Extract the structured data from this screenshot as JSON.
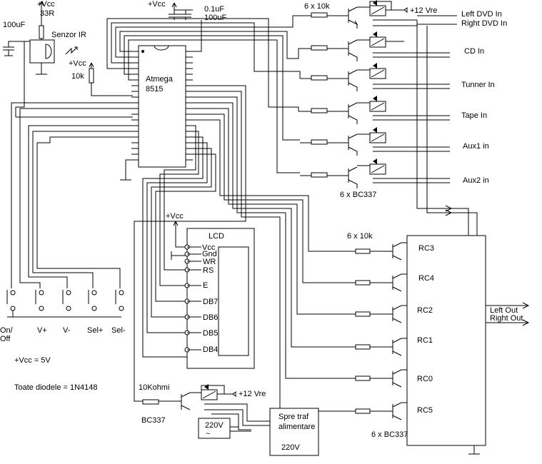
{
  "labels": {
    "vcc_top_left": "+Vcc",
    "r_33": "33R",
    "cap_100uf_left": "100uF",
    "ir_sensor": "Senzor IR",
    "vcc_mcu": "+Vcc",
    "vcc_caps": "+Vcc",
    "cap_01uf": "0.1uF",
    "cap_100uf_top": "100uF",
    "r_10k_pullup": "10k",
    "mcu_name_1": "Atmega",
    "mcu_name_2": "8515",
    "res_array_top": "6 x 10k",
    "relay_supply": "+12 Vre",
    "transistors_top": "6 x BC337",
    "res_array_mid": "6 x 10k",
    "transistors_bottom": "6 x BC337",
    "lcd_title": "LCD",
    "lcd_vcc": "+Vcc",
    "vcc_note": "+Vcc = 5V",
    "diode_note": "Toate diodele = 1N4148",
    "r_10kohm": "10Kohmi",
    "bc337_single": "BC337",
    "relay_supply_bottom": "+12 Vre",
    "mains_box": "220V",
    "ac_symbol": "~",
    "transformer_1": "Spre traf",
    "transformer_2": "alimentare",
    "transformer_voltage": "220V",
    "left_out": "Left Out",
    "right_out": "Right Out"
  },
  "inputs": [
    {
      "label": "Left DVD In"
    },
    {
      "label": "Right DVD In"
    },
    {
      "label": "CD In"
    },
    {
      "label": "Tunner In"
    },
    {
      "label": "Tape In"
    },
    {
      "label": "Aux1 in"
    },
    {
      "label": "Aux2 in"
    }
  ],
  "lcd_pins": [
    "Vcc",
    "Gnd",
    "WR",
    "RS",
    "E",
    "DB7",
    "DB6",
    "DB5",
    "DB4"
  ],
  "rc_labels": [
    "RC3",
    "RC4",
    "RC2",
    "RC1",
    "RC0",
    "RC5"
  ],
  "buttons": [
    {
      "label": "On/",
      "label2": "Off"
    },
    {
      "label": "V+",
      "label2": ""
    },
    {
      "label": "V-",
      "label2": ""
    },
    {
      "label": "Sel+",
      "label2": ""
    },
    {
      "label": "Sel-",
      "label2": ""
    }
  ]
}
